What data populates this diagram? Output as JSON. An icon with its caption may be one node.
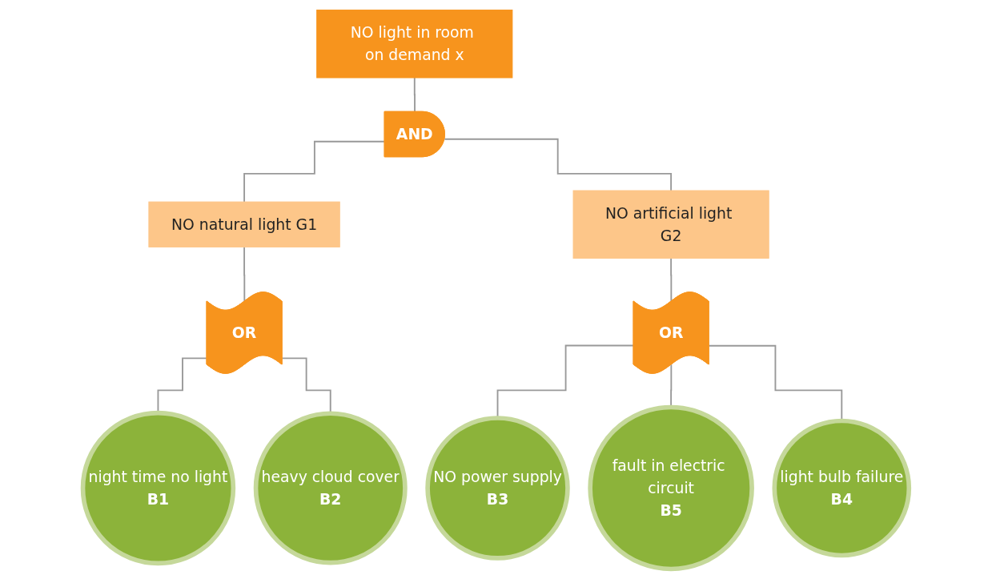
{
  "diagram": {
    "nodes": [
      {
        "text": [
          "NO light in room on demand x"
        ]
      },
      {
        "text": [
          "AND"
        ]
      },
      {
        "text": [
          "NO natural light G1"
        ]
      },
      {
        "text": [
          "NO artificial light G2"
        ]
      },
      {
        "text": [
          "OR"
        ]
      },
      {
        "text": [
          "OR"
        ]
      },
      {
        "text": [
          "night time no light",
          "B1"
        ]
      },
      {
        "text": [
          "heavy cloud cover",
          "B2"
        ]
      },
      {
        "text": [
          "NO power supply",
          "B3"
        ]
      },
      {
        "text": [
          "fault in electric circuit",
          "B5"
        ]
      },
      {
        "text": [
          "light bulb failure",
          "B4"
        ]
      }
    ],
    "edges": [
      {
        "from": 0,
        "to": 1,
        "arrow": "none"
      },
      {
        "from": 1,
        "to": 2,
        "arrow": "none"
      },
      {
        "from": 1,
        "to": 3,
        "arrow": "none"
      },
      {
        "from": 2,
        "to": 4,
        "arrow": "none"
      },
      {
        "from": 3,
        "to": 5,
        "arrow": "none"
      },
      {
        "from": 4,
        "to": 6,
        "arrow": "none"
      },
      {
        "from": 4,
        "to": 7,
        "arrow": "none"
      },
      {
        "from": 5,
        "to": 8,
        "arrow": "none"
      },
      {
        "from": 5,
        "to": 9,
        "arrow": "none"
      },
      {
        "from": 5,
        "to": 10,
        "arrow": "none"
      }
    ]
  }
}
